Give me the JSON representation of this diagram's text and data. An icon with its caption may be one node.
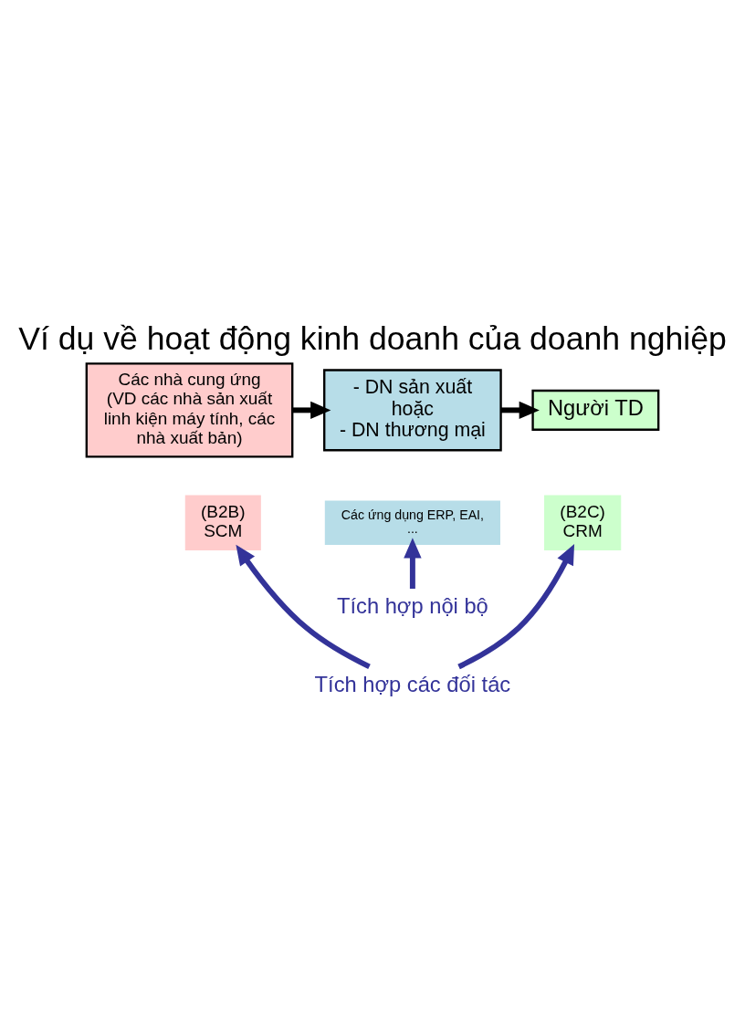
{
  "diagram": {
    "title": "Ví dụ về hoạt động kinh doanh của doanh nghiệp",
    "nodes": [
      {
        "text": [
          "Các nhà cung ứng",
          "(VD các nhà sản xuất linh kiện máy tính, các nhà xuất bản)"
        ]
      },
      {
        "text": [
          "- DN sản xuất",
          "hoặc",
          "- DN thương mại"
        ]
      },
      {
        "text": [
          "Người TD"
        ]
      },
      {
        "text": [
          "(B2B)",
          "SCM"
        ]
      },
      {
        "text": [
          "Các ứng dụng ERP, EAI, ..."
        ]
      },
      {
        "text": [
          "(B2C)",
          "CRM"
        ]
      },
      {
        "text": [
          "Tích hợp nội bộ"
        ]
      },
      {
        "text": [
          "Tích hợp các đối tác"
        ]
      }
    ],
    "edges": [
      {
        "from": 0,
        "to": 1,
        "arrow": "to",
        "color": "#000000"
      },
      {
        "from": 1,
        "to": 2,
        "arrow": "to",
        "color": "#000000"
      },
      {
        "from": 6,
        "to": 4,
        "arrow": "to"
      },
      {
        "from": 7,
        "to": 3,
        "arrow": "to"
      },
      {
        "from": 7,
        "to": 5,
        "arrow": "to"
      }
    ]
  }
}
